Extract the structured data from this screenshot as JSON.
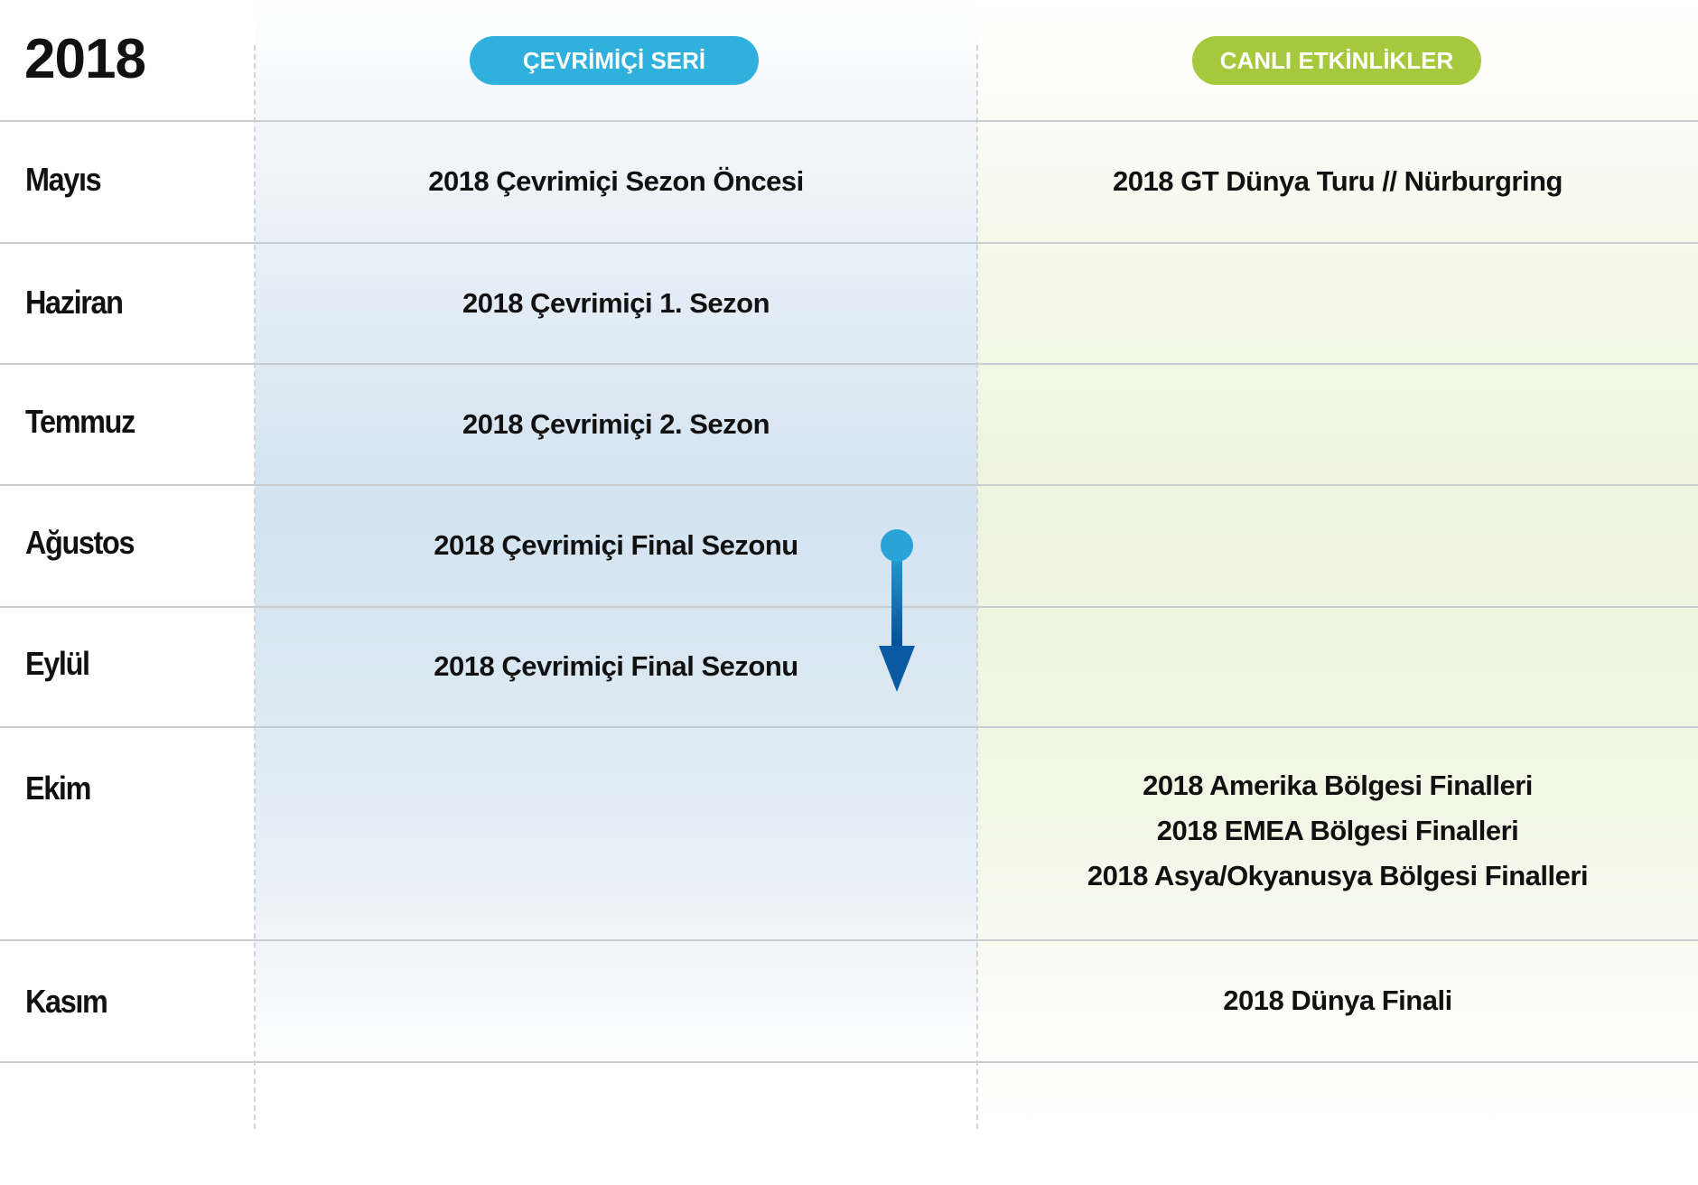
{
  "year": "2018",
  "headers": {
    "online": "ÇEVRİMİÇİ SERİ",
    "live": "CANLI ETKİNLİKLER"
  },
  "colors": {
    "online": "#30b0dc",
    "live": "#a6c83c",
    "arrow_top": "#2aa3d8",
    "arrow_bottom": "#034c96"
  },
  "rows": [
    {
      "month": "Mayıs",
      "online": "2018 Çevrimiçi Sezon Öncesi",
      "live": [
        "2018 GT Dünya Turu // Nürburgring"
      ]
    },
    {
      "month": "Haziran",
      "online": "2018 Çevrimiçi 1. Sezon",
      "live": []
    },
    {
      "month": "Temmuz",
      "online": "2018 Çevrimiçi 2. Sezon",
      "live": []
    },
    {
      "month": "Ağustos",
      "online": "2018 Çevrimiçi Final Sezonu",
      "live": []
    },
    {
      "month": "Eylül",
      "online": "2018 Çevrimiçi Final Sezonu",
      "live": []
    },
    {
      "month": "Ekim",
      "online": "",
      "live": [
        "2018 Amerika Bölgesi Finalleri",
        "2018 EMEA Bölgesi Finalleri",
        "2018 Asya/Okyanusya Bölgesi Finalleri"
      ]
    },
    {
      "month": "Kasım",
      "online": "",
      "live": [
        "2018 Dünya Finali"
      ]
    }
  ]
}
